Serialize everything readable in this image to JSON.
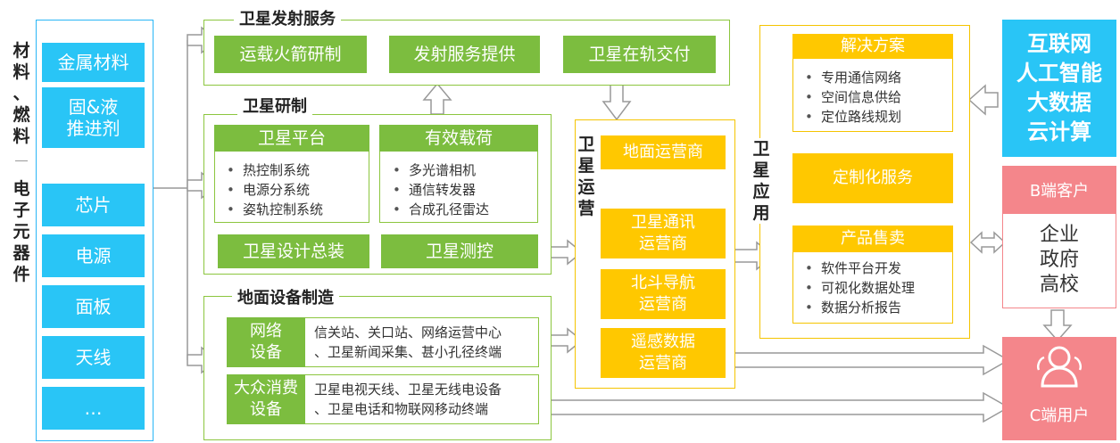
{
  "left": {
    "materials_label": "材料、燃料",
    "materials": [
      "金属材料",
      "固&液\n推进剂"
    ],
    "electronics_label": "电子元器件",
    "electronics": [
      "芯片",
      "电源",
      "面板",
      "天线",
      "…"
    ]
  },
  "launch": {
    "title": "卫星发射服务",
    "items": [
      "运载火箭研制",
      "发射服务提供",
      "卫星在轨交付"
    ]
  },
  "rnd": {
    "title": "卫星研制",
    "platform": {
      "label": "卫星平台",
      "bullets": [
        "热控制系统",
        "电源分系统",
        "姿轨控制系统"
      ]
    },
    "payload": {
      "label": "有效载荷",
      "bullets": [
        "多光谱相机",
        "通信转发器",
        "合成孔径雷达"
      ]
    },
    "design": "卫星设计总装",
    "control": "卫星测控"
  },
  "ground": {
    "title": "地面设备制造",
    "network": {
      "label": "网络\n设备",
      "desc": "信关站、关口站、网络运营中心\n、卫星新闻采集、甚小孔径终端"
    },
    "consumer": {
      "label": "大众消费\n设备",
      "desc": "卫星电视天线、卫星无线电设备\n、卫星电话和物联网移动终端"
    }
  },
  "operation": {
    "title": "卫星运营",
    "items": [
      "地面运营商",
      "卫星通讯\n运营商",
      "北斗导航\n运营商",
      "遥感数据\n运营商"
    ]
  },
  "application": {
    "title": "卫星应用",
    "solutions": {
      "label": "解决方案",
      "bullets": [
        "专用通信网络",
        "空间信息供给",
        "定位路线规划"
      ]
    },
    "custom": "定制化服务",
    "products": {
      "label": "产品售卖",
      "bullets": [
        "软件平台开发",
        "可视化数据处理",
        "数据分析报告"
      ]
    }
  },
  "tech": "互联网\n人工智能\n大数据\n云计算",
  "b_clients": {
    "title": "B端客户",
    "body": "企业\n政府\n高校"
  },
  "c_users": {
    "title": "C端用户"
  },
  "colors": {
    "blue": "#29c5f6",
    "green": "#7cbd3f",
    "yellow": "#ffc800",
    "pink": "#f4868b"
  }
}
